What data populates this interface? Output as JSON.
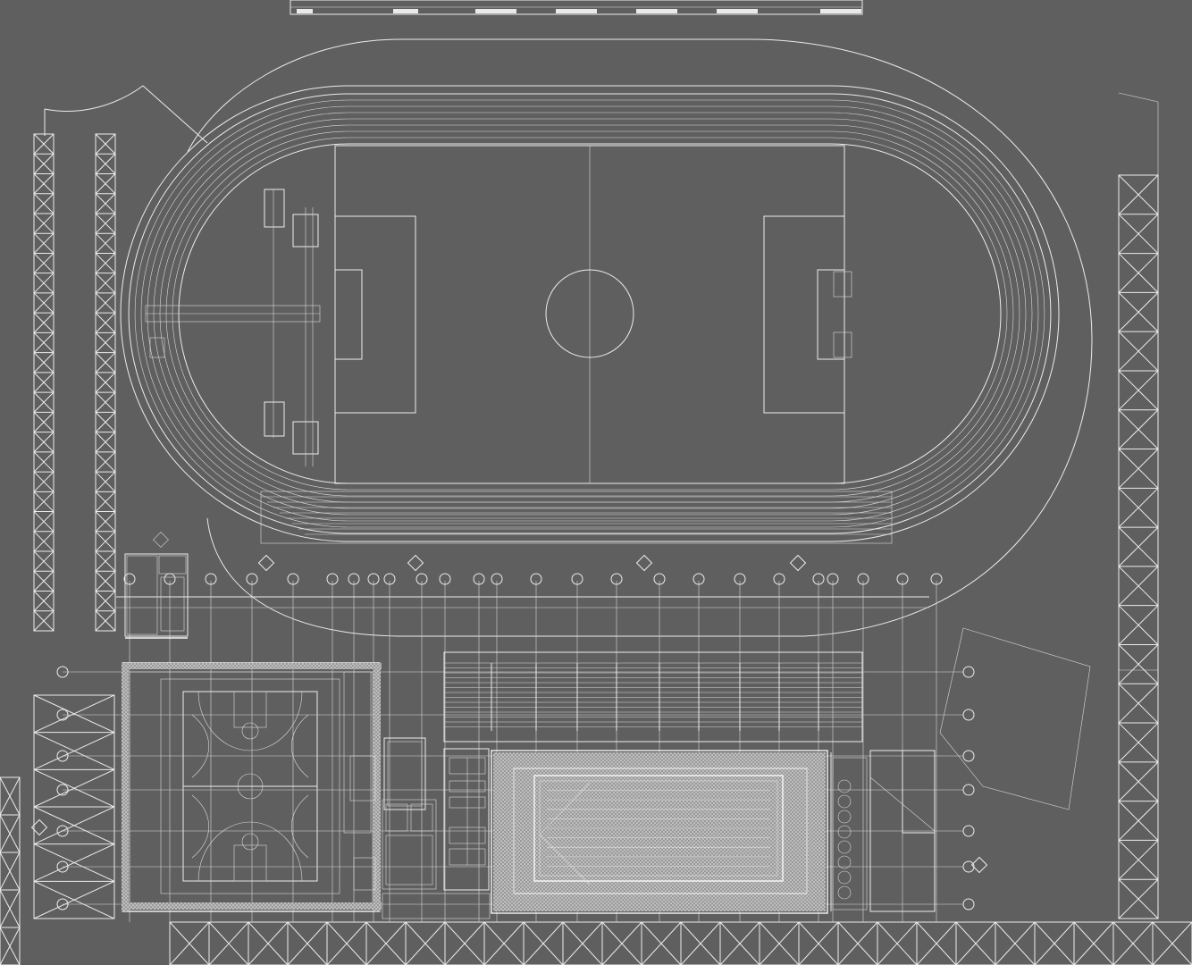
{
  "drawing": {
    "background_color": "#5f5f5f",
    "line_color": "#ececec",
    "features": [
      "athletics-track",
      "football-pitch",
      "basketball-court",
      "swimming-pool",
      "truss-structures",
      "column-grid"
    ]
  },
  "grid_marks": {
    "top_row": [
      "",
      "",
      "",
      "",
      "",
      "",
      "",
      "",
      "",
      "",
      "",
      "",
      "",
      "",
      "",
      "",
      "",
      "",
      "",
      "",
      "",
      "",
      ""
    ],
    "right_column": [
      "",
      "",
      "",
      "",
      "",
      "",
      ""
    ],
    "left_column": [
      "",
      "",
      "",
      "",
      "",
      "",
      ""
    ]
  }
}
